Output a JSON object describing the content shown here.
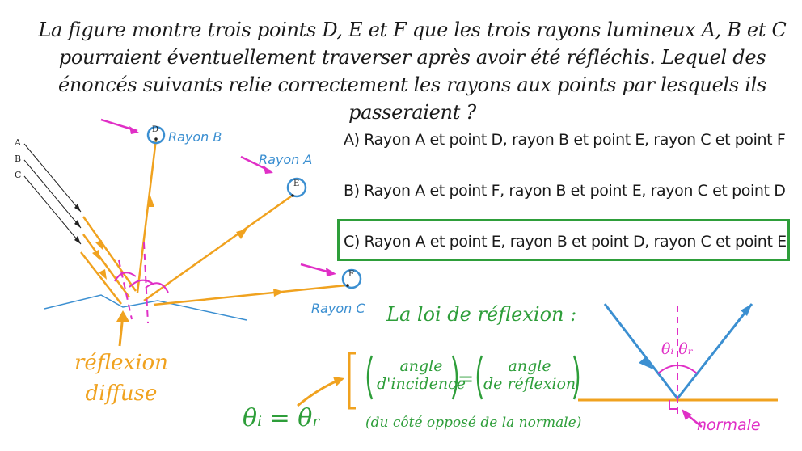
{
  "question": {
    "line1": "La figure montre trois points D, E et F que les trois rayons lumineux A, B et C",
    "line2": "pourraient éventuellement traverser après avoir été réfléchis. Lequel des",
    "line3": "énoncés suivants relie correctement les rayons aux points par lesquels ils passeraient ?"
  },
  "options": {
    "a": "A) Rayon A et point D, rayon B et point E, rayon C et point F",
    "b": "B) Rayon A et point F, rayon B et point E, rayon C et point D",
    "c": "C) Rayon A et point E, rayon B et point D, rayon C et point E"
  },
  "figure": {
    "incoming_labels": [
      "A",
      "B",
      "C"
    ],
    "points": {
      "d": "D",
      "e": "E",
      "f": "F"
    },
    "ray_labels": {
      "b": "Rayon B",
      "a": "Rayon A",
      "c": "Rayon C"
    },
    "diffuse_line1": "réflexion",
    "diffuse_line2": "diffuse"
  },
  "law": {
    "title": "La loi de réflexion :",
    "left_paren_line1": "angle",
    "left_paren_line2": "d'incidence",
    "equals": "=",
    "right_paren_line1": "angle",
    "right_paren_line2": "de réflexion",
    "side_note": "(du côté opposé de la normale)",
    "equation": "θᵢ = θᵣ",
    "theta_label": "θᵢ θᵣ",
    "normal_label": "normale"
  },
  "colors": {
    "orange": "#f0a21f",
    "blue": "#3b8fd1",
    "magenta": "#e02fc6",
    "green": "#2e9e3a"
  }
}
